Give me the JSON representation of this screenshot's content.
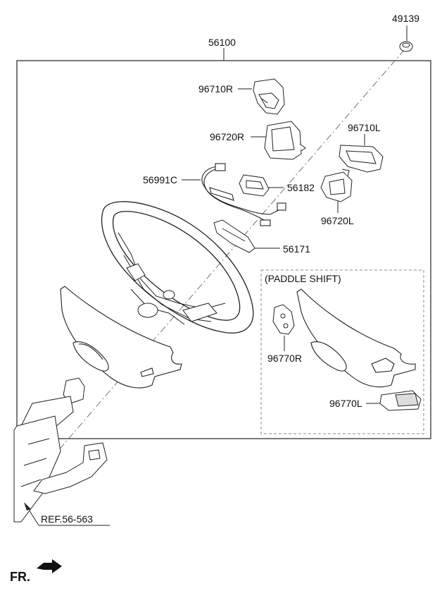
{
  "labels": {
    "p49139": "49139",
    "p56100": "56100",
    "p96710R": "96710R",
    "p96720R": "96720R",
    "p96710L": "96710L",
    "p56991C": "56991C",
    "p56182": "56182",
    "p96720L": "96720L",
    "p56171": "56171",
    "paddle_shift": "(PADDLE SHIFT)",
    "p96770R": "96770R",
    "p96770L": "96770L",
    "ref": "REF.56-563",
    "fr": "FR."
  },
  "colors": {
    "line": "#222222",
    "fill": "#ffffff",
    "dash": "#888888"
  }
}
